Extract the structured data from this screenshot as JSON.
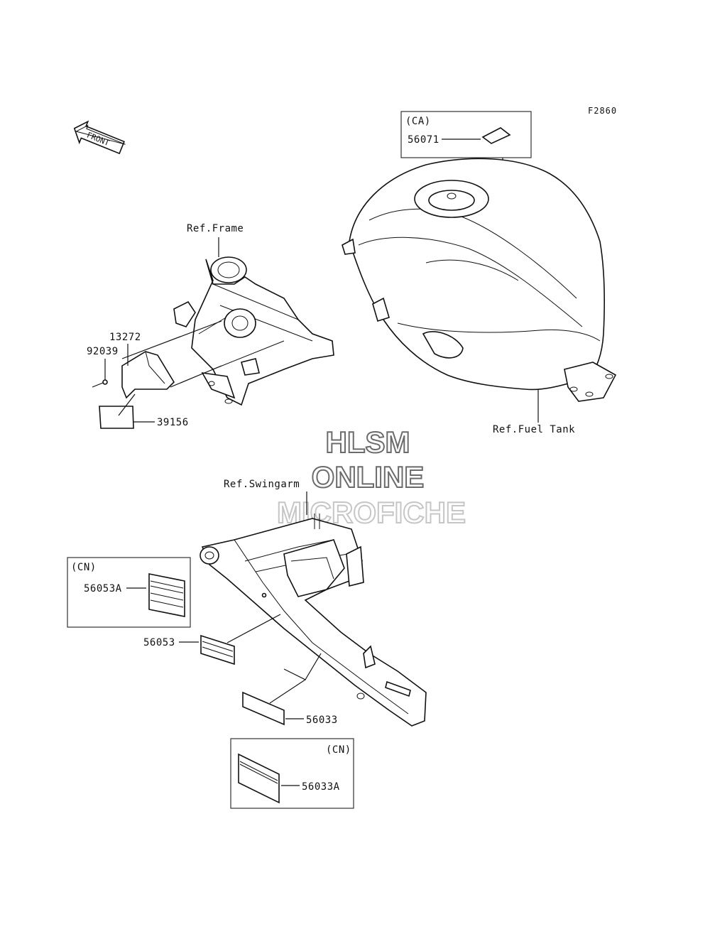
{
  "figure_code": "F2860",
  "front_arrow_label": "FRONT",
  "references": {
    "frame": "Ref.Frame",
    "fuel_tank": "Ref.Fuel Tank",
    "swingarm": "Ref.Swingarm"
  },
  "market_boxes": {
    "ca": "(CA)",
    "cn_upper": "(CN)",
    "cn_lower": "(CN)"
  },
  "parts": {
    "p56071": "56071",
    "p13272": "13272",
    "p92039": "92039",
    "p39156": "39156",
    "p56053A": "56053A",
    "p56053": "56053",
    "p56033": "56033",
    "p56033A": "56033A"
  },
  "watermark": {
    "line1": "HLSM",
    "line2": "ONLINE",
    "line3": "MICROFICHE"
  },
  "colors": {
    "line": "#111111",
    "watermark_stroke": "#6b6b6b",
    "watermark_faint": "#c6c6c6"
  }
}
